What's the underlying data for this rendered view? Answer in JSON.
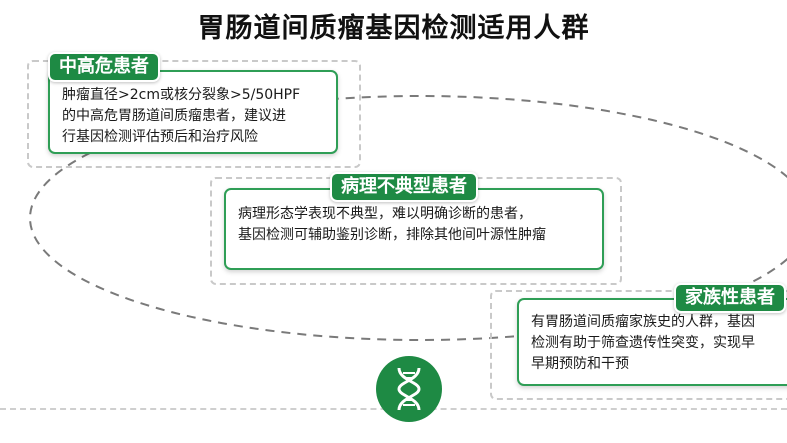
{
  "title": "胃肠道间质瘤基因检测适用人群",
  "cards": [
    {
      "tag": "中高危患者",
      "lines": [
        "肿瘤直径>2cm或核分裂象>5/50HPF",
        "的中高危胃肠道间质瘤患者，建议进",
        "行基因检测评估预后和治疗风险"
      ]
    },
    {
      "tag": "病理不典型患者",
      "lines": [
        "病理形态学表现不典型，难以明确诊断的患者，",
        "基因检测可辅助鉴别诊断，排除其他间叶源性肿瘤"
      ]
    },
    {
      "tag": "家族性患者",
      "lines": [
        "有胃肠道间质瘤家族史的人群，基因",
        "检测有助于筛查遗传性突变，实现早",
        "早期预防和干预"
      ]
    }
  ],
  "icon": "dna-icon",
  "colors": {
    "green": "#1e8a44",
    "border_green": "#2f9e56",
    "dash_gray": "#8a8a8a"
  }
}
